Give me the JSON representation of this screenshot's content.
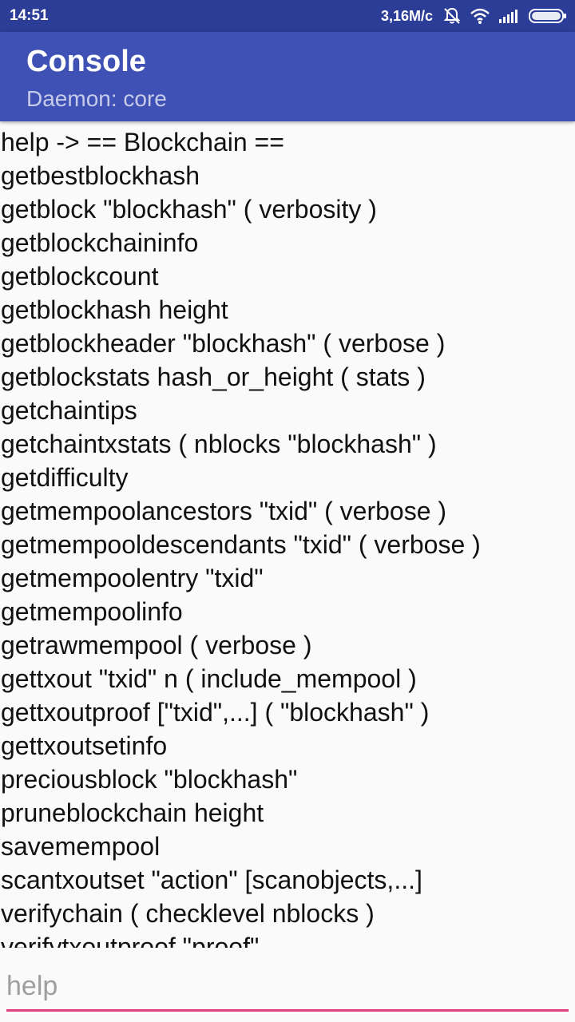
{
  "status_bar": {
    "time": "14:51",
    "network_speed": "3,16M/c",
    "icons": [
      "notifications-off-icon",
      "wifi-icon",
      "signal-icon",
      "battery-icon"
    ]
  },
  "app_bar": {
    "title": "Console",
    "subtitle": "Daemon: core"
  },
  "console": {
    "lines": [
      "help -> == Blockchain ==",
      "getbestblockhash",
      "getblock \"blockhash\" ( verbosity )",
      "getblockchaininfo",
      "getblockcount",
      "getblockhash height",
      "getblockheader \"blockhash\" ( verbose )",
      "getblockstats hash_or_height ( stats )",
      "getchaintips",
      "getchaintxstats ( nblocks \"blockhash\" )",
      "getdifficulty",
      "getmempoolancestors \"txid\" ( verbose )",
      "getmempooldescendants \"txid\" ( verbose )",
      "getmempoolentry \"txid\"",
      "getmempoolinfo",
      "getrawmempool ( verbose )",
      "gettxout \"txid\" n ( include_mempool )",
      "gettxoutproof [\"txid\",...] ( \"blockhash\" )",
      "gettxoutsetinfo",
      "preciousblock \"blockhash\"",
      "pruneblockchain height",
      "savemempool",
      "scantxoutset \"action\" [scanobjects,...]",
      "verifychain ( checklevel nblocks )",
      "verifytxoutproof \"proof\""
    ]
  },
  "command_input": {
    "value": "",
    "placeholder": "help"
  },
  "colors": {
    "status_bar": "#2c3d97",
    "app_bar": "#3f51b5",
    "accent": "#e04082",
    "background": "#fafafa"
  }
}
